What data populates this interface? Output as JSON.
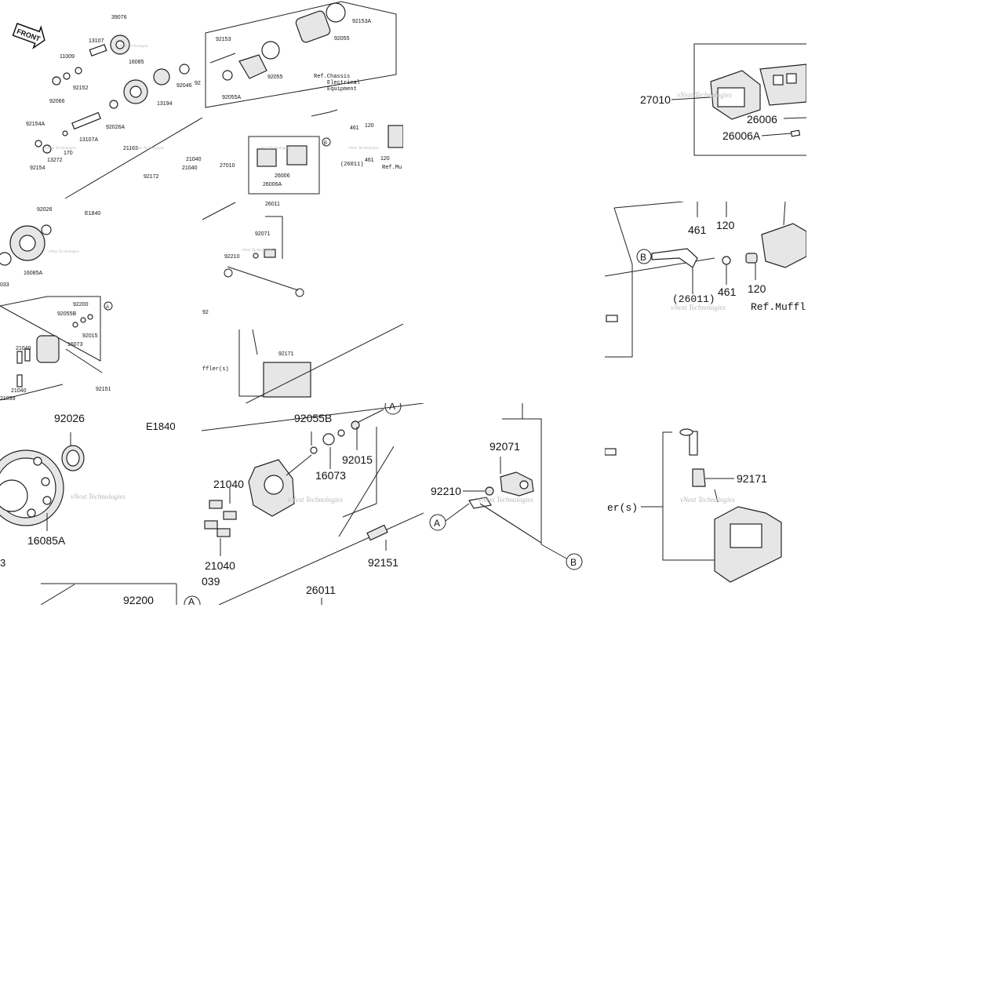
{
  "tiles": {
    "overview": {
      "front_badge": "FRONT",
      "labels": {
        "p39076": "39076",
        "p13107": "13107",
        "p11009": "11009",
        "p16085": "16085",
        "p92152": "92152",
        "p92066": "92066",
        "p13194": "13194",
        "p92046": "92046",
        "p92026A": "92026A",
        "p92154A": "92154A",
        "p13107A": "13107A",
        "p13272": "13272",
        "p92154": "92154",
        "p21163": "21163",
        "p92153": "92153",
        "p92055": "92055",
        "p92055b": "92055",
        "p92153A": "92153A",
        "p92055A": "92055A",
        "ref1": "Ref.Chassis",
        "ref2": "Electrical",
        "ref3": "Equipment",
        "p461": "461",
        "p120": "120",
        "p461b": "461",
        "p120b": "120",
        "p26011p": "(26011)",
        "refmu": "Ref.Mu",
        "p27010": "27010",
        "p26006": "26006",
        "p26006A": "26006A",
        "p21040": "21040",
        "p21040b": "21040",
        "p92172": "92172",
        "p92026": "92026",
        "pE1840": "E1840",
        "p16085A": "16085A",
        "p26011": "26011",
        "p92071": "92071",
        "p92210": "92210",
        "p92200": "92200",
        "p92055B": "92055B",
        "p16073": "16073",
        "p92015": "92015",
        "p21040c": "21040",
        "p21040d": "21040",
        "p21039": "21039",
        "p92151": "92151",
        "p92171": "92171",
        "muffler": "ffler(s)",
        "p033": "033",
        "p92": "92",
        "p170": "170",
        "p92b": "92"
      }
    },
    "relay_zoom": {
      "p27010": "27010",
      "p26006": "26006",
      "p26006A": "26006A"
    },
    "bracket_zoom": {
      "p461": "461",
      "p120": "120",
      "p461b": "461",
      "p120b": "120",
      "p26011": "(26011)",
      "refmuffler": "Ref.Muffl",
      "circle_b": "B"
    },
    "gear_zoom": {
      "p92026": "92026",
      "pE1840": "E1840",
      "p16085A": "16085A",
      "p3": "3"
    },
    "cover_zoom": {
      "p92055B": "92055B",
      "p16073": "16073",
      "p92015": "92015",
      "p21040": "21040",
      "p21040b": "21040",
      "p039": "039",
      "p92151": "92151",
      "p92200": "92200",
      "p26011": "26011",
      "circle_a": "A",
      "circle_a2": "A"
    },
    "rod_zoom": {
      "p92071": "92071",
      "p92210": "92210",
      "circle_a": "A",
      "circle_b": "B"
    },
    "muffler_zoom": {
      "p92171": "92171",
      "muffler": "er(s)"
    }
  },
  "watermark": "vNext Technologies"
}
